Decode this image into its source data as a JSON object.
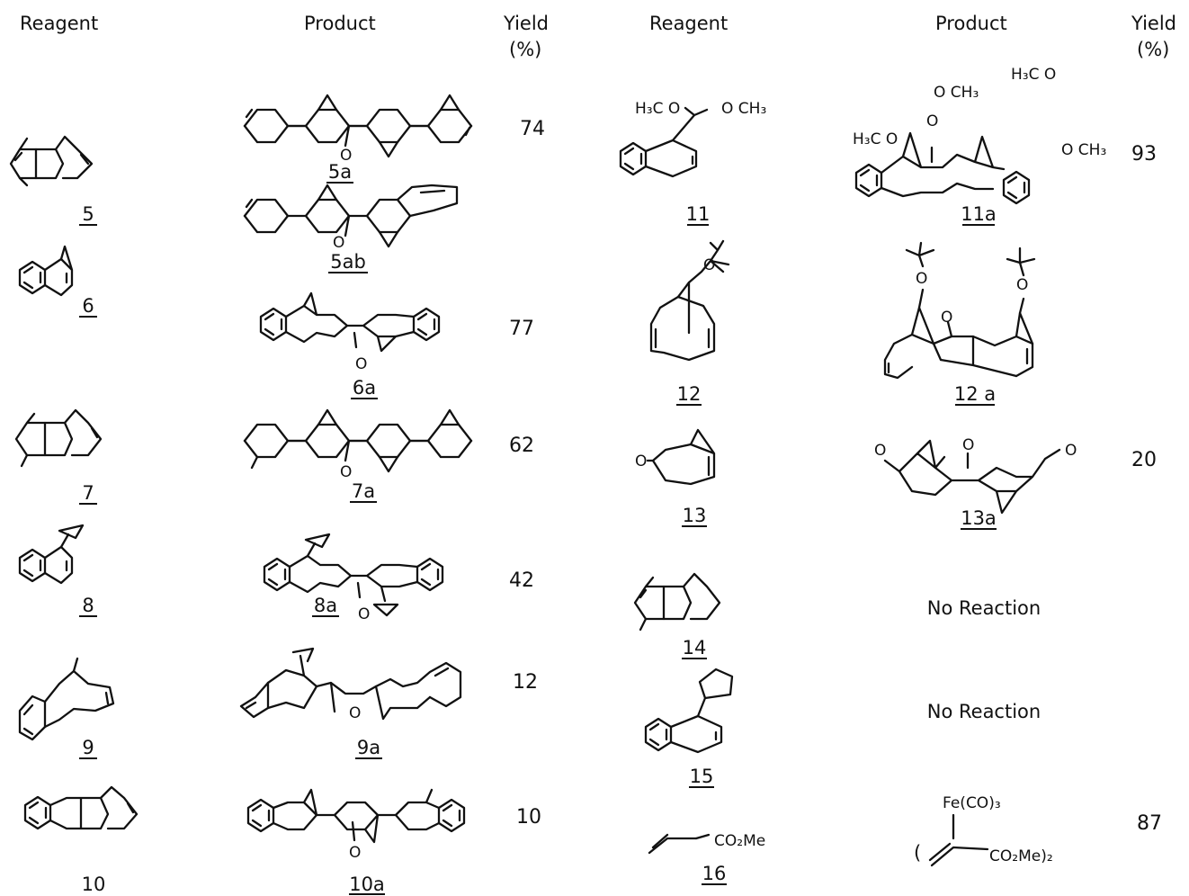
{
  "headers": {
    "left_reagent": "Reagent",
    "left_product": "Product",
    "left_yield_1": "Yield",
    "left_yield_2": "(%)",
    "right_reagent": "Reagent",
    "right_product": "Product",
    "right_yield_1": "Yield",
    "right_yield_2": "(%)"
  },
  "left_rows": [
    {
      "reagent": "5",
      "product": "5a",
      "yield": "74"
    },
    {
      "reagent": "",
      "product": "5ab",
      "yield": ""
    },
    {
      "reagent": "6",
      "product": "6a",
      "yield": "77"
    },
    {
      "reagent": "7",
      "product": "7a",
      "yield": "62"
    },
    {
      "reagent": "8",
      "product": "8a",
      "yield": "42"
    },
    {
      "reagent": "9",
      "product": "9a",
      "yield": "12"
    },
    {
      "reagent": "10",
      "product": "10a",
      "yield": "10"
    }
  ],
  "right_rows": [
    {
      "reagent": "11",
      "product": "11a",
      "yield": "93"
    },
    {
      "reagent": "12",
      "product": "12 a",
      "yield": ""
    },
    {
      "reagent": "13",
      "product": "13a",
      "yield": "20"
    },
    {
      "reagent": "14",
      "product_text": "No Reaction",
      "yield": ""
    },
    {
      "reagent": "15",
      "product_text": "No Reaction",
      "yield": ""
    },
    {
      "reagent": "16",
      "product": "",
      "yield": "87"
    }
  ],
  "structure_text": {
    "r11_left": "H₃C O",
    "r11_right": "O CH₃",
    "p11_a": "H₃C O",
    "p11_b": "O CH₃",
    "p11_c": "H₃C O",
    "p11_d": "O CH₃",
    "oxygen": "O",
    "r16_ester": "CO₂Me",
    "p16_fe": "Fe(CO)₃",
    "p16_open": "(",
    "p16_ester": "CO₂Me)₂"
  }
}
